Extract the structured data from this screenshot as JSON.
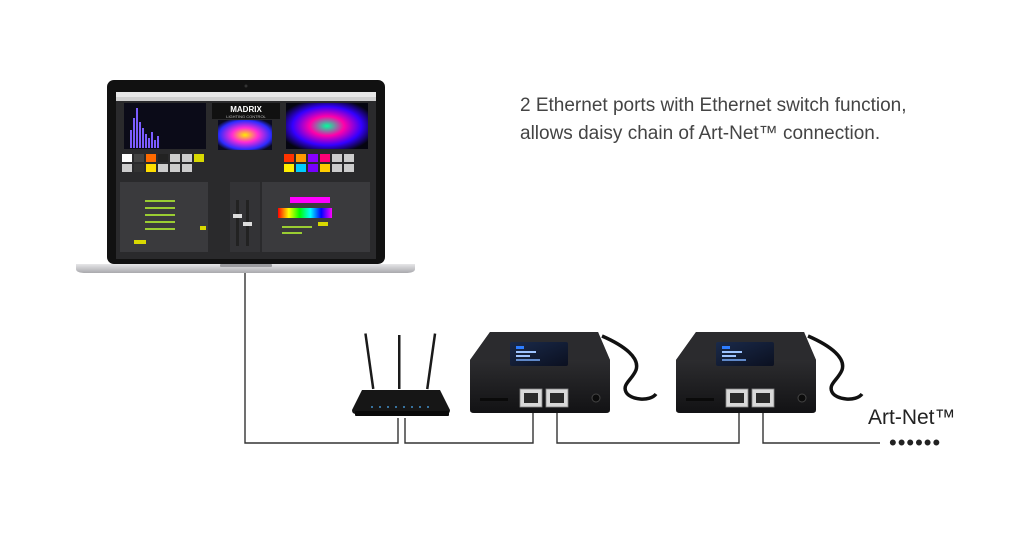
{
  "caption": {
    "line1": "2 Ethernet ports with Ethernet switch function,",
    "line2": "allows daisy chain of Art-Net™ connection."
  },
  "laptop": {
    "software_logo": "MADRIX",
    "software_tagline": "LIGHTING CONTROL"
  },
  "output": {
    "label": "Art-Net™",
    "continuation": "••••••"
  },
  "colors": {
    "cable": "#333333",
    "device_body": "#1c1c1e",
    "laptop_bezel": "#111111",
    "laptop_base": "#d8d8da"
  }
}
